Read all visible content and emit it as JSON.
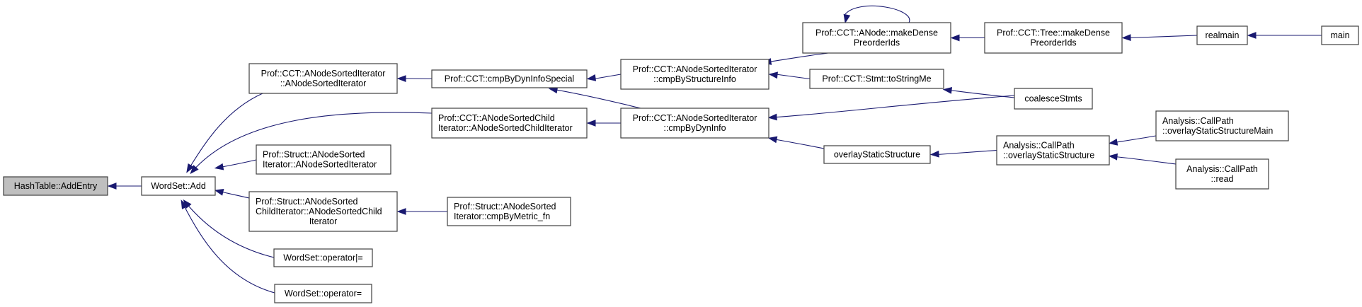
{
  "diagram": {
    "type": "caller-graph",
    "root": "n0",
    "colors": {
      "edge": "#191970",
      "border": "#404040",
      "root_fill": "#bfbfbf",
      "node_fill": "#ffffff"
    },
    "nodes": [
      {
        "id": "n0",
        "lines": [
          "HashTable::AddEntry"
        ],
        "highlighted": true
      },
      {
        "id": "n1",
        "lines": [
          "WordSet::Add"
        ]
      },
      {
        "id": "n2",
        "lines": [
          "Prof::CCT::ANodeSortedIterator",
          "::ANodeSortedIterator"
        ]
      },
      {
        "id": "n3",
        "lines": [
          "Prof::CCT::ANodeSortedChild",
          "Iterator::ANodeSortedChildIterator"
        ]
      },
      {
        "id": "n4",
        "lines": [
          "Prof::Struct::ANodeSorted",
          "Iterator::ANodeSortedIterator"
        ]
      },
      {
        "id": "n5",
        "lines": [
          "Prof::Struct::ANodeSorted",
          "ChildIterator::ANodeSortedChild",
          "Iterator"
        ]
      },
      {
        "id": "n6",
        "lines": [
          "WordSet::operator|="
        ]
      },
      {
        "id": "n7",
        "lines": [
          "WordSet::operator="
        ]
      },
      {
        "id": "n8",
        "lines": [
          "Prof::CCT::cmpByDynInfoSpecial"
        ]
      },
      {
        "id": "n9",
        "lines": [
          "Prof::Struct::ANodeSorted",
          "Iterator::cmpByMetric_fn"
        ]
      },
      {
        "id": "n10",
        "lines": [
          "Prof::CCT::ANodeSortedIterator",
          "::cmpByStructureInfo"
        ]
      },
      {
        "id": "n11",
        "lines": [
          "Prof::CCT::ANodeSortedIterator",
          "::cmpByDynInfo"
        ]
      },
      {
        "id": "n12",
        "lines": [
          "Prof::CCT::ANode::makeDense",
          "PreorderIds"
        ]
      },
      {
        "id": "n13",
        "lines": [
          "Prof::CCT::Stmt::toStringMe"
        ]
      },
      {
        "id": "n14",
        "lines": [
          "overlayStaticStructure"
        ]
      },
      {
        "id": "n15",
        "lines": [
          "Prof::CCT::Tree::makeDense",
          "PreorderIds"
        ]
      },
      {
        "id": "n16",
        "lines": [
          "coalesceStmts"
        ]
      },
      {
        "id": "n17",
        "lines": [
          "Analysis::CallPath",
          "::overlayStaticStructure"
        ]
      },
      {
        "id": "n18",
        "lines": [
          "realmain"
        ]
      },
      {
        "id": "n19",
        "lines": [
          "Analysis::CallPath",
          "::overlayStaticStructureMain"
        ]
      },
      {
        "id": "n20",
        "lines": [
          "Analysis::CallPath",
          "::read"
        ]
      },
      {
        "id": "n21",
        "lines": [
          "main"
        ]
      }
    ],
    "edges": [
      {
        "from": "n1",
        "to": "n0"
      },
      {
        "from": "n2",
        "to": "n1"
      },
      {
        "from": "n3",
        "to": "n1"
      },
      {
        "from": "n4",
        "to": "n1"
      },
      {
        "from": "n5",
        "to": "n1"
      },
      {
        "from": "n6",
        "to": "n1"
      },
      {
        "from": "n7",
        "to": "n1"
      },
      {
        "from": "n8",
        "to": "n2"
      },
      {
        "from": "n11",
        "to": "n3"
      },
      {
        "from": "n9",
        "to": "n5"
      },
      {
        "from": "n10",
        "to": "n8"
      },
      {
        "from": "n11",
        "to": "n8"
      },
      {
        "from": "n12",
        "to": "n10"
      },
      {
        "from": "n13",
        "to": "n10"
      },
      {
        "from": "n16",
        "to": "n11"
      },
      {
        "from": "n14",
        "to": "n11"
      },
      {
        "from": "n12",
        "to": "n12"
      },
      {
        "from": "n15",
        "to": "n12"
      },
      {
        "from": "n16",
        "to": "n13"
      },
      {
        "from": "n17",
        "to": "n14"
      },
      {
        "from": "n18",
        "to": "n15"
      },
      {
        "from": "n19",
        "to": "n17"
      },
      {
        "from": "n20",
        "to": "n17"
      },
      {
        "from": "n21",
        "to": "n18"
      }
    ]
  }
}
